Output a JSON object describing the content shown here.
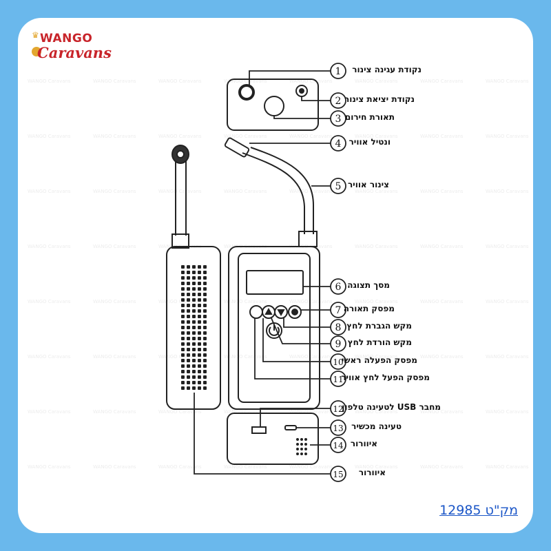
{
  "logo": {
    "top": "WANGO",
    "bottom": "Caravans"
  },
  "watermark_text": "WANGO Caravans",
  "callouts": [
    {
      "num": "1",
      "label": "נקודת עגינה צינור"
    },
    {
      "num": "2",
      "label": "נקודת יציאת צינור"
    },
    {
      "num": "3",
      "label": "תאורת חירום"
    },
    {
      "num": "4",
      "label": "ונטיל אוויר"
    },
    {
      "num": "5",
      "label": "צינור אוויר"
    },
    {
      "num": "6",
      "label": "מסך תצוגה"
    },
    {
      "num": "7",
      "label": "מפסק תאורה"
    },
    {
      "num": "8",
      "label": "מקש הגברת לחץ"
    },
    {
      "num": "9",
      "label": "מקש הורדת לחץ"
    },
    {
      "num": "10",
      "label": "מפסק הפעלה ראשי"
    },
    {
      "num": "11",
      "label": "מפסק הפעל לחץ אוויר"
    },
    {
      "num": "12",
      "label": "מחבר USB לטעינה טלפון"
    },
    {
      "num": "13",
      "label": "טעינה מכשיר"
    },
    {
      "num": "14",
      "label": "איוורור"
    },
    {
      "num": "15",
      "label": "איוורור"
    }
  ],
  "sku_text": "מק\"ט 12985",
  "colors": {
    "background": "#6ab8ec",
    "card": "#ffffff",
    "logo": "#c8242a",
    "sku": "#1b56c7"
  }
}
